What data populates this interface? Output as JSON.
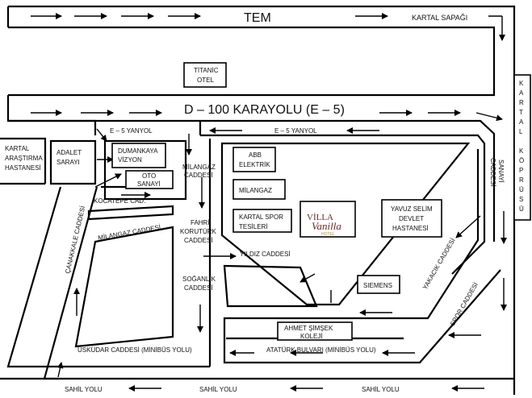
{
  "map": {
    "roads": {
      "tem": "TEM",
      "kartal_sapagi": "KARTAL SAPAĞI",
      "d100": "D – 100 KARAYOLU  (E – 5)",
      "e5_yanyol_left": "E – 5 YANYOL",
      "e5_yanyol_right": "E – 5 YANYOL",
      "milangaz_caddesi_1": "MİLANGAZ",
      "milangaz_caddesi_2": "CADDESİ",
      "fahri_1": "FAHRİ",
      "fahri_2": "KORUTÜRK",
      "fahri_3": "CADDESİ",
      "kocatepe": "KOCATEPE CAD.",
      "milangaz_caddesi_diag": "MİLANGAZ CADDESİ",
      "canakkale": "ÇANAKKALE CADDESİ",
      "yildiz": "YILDIZ CADDESİ",
      "soganlik_1": "SOĞANLIK",
      "soganlik_2": "CADDESİ",
      "uskudar": "ÜSKÜDAR CADDESİ (MİNİBÜS YOLU)",
      "ataturk": "ATATÜRK BULVARI (MİNİBÜS YOLU)",
      "sahil_left": "SAHİL YOLU",
      "sahil_mid": "SAHİL YOLU",
      "sahil_right": "SAHİL YOLU",
      "sanayi_1": "SANAYİ",
      "sanayi_2": "CADDESİ",
      "yakacik": "YAKACIK CADDESİ",
      "spor": "SPOR CADDESİ",
      "kartal_koprusu": [
        "K",
        "A",
        "R",
        "T",
        "A",
        "L",
        "",
        "K",
        "Ö",
        "P",
        "R",
        "Ü",
        "S",
        "Ü"
      ]
    },
    "places": {
      "titanic_1": "TİTANİC",
      "titanic_2": "OTEL",
      "kartal_arastirma_1": "KARTAL",
      "kartal_arastirma_2": "ARAŞTIRMA",
      "kartal_arastirma_3": "HASTANESİ",
      "adalet_1": "ADALET",
      "adalet_2": "SARAYI",
      "dumankaya_1": "DUMANKAYA",
      "dumankaya_2": "VİZYON",
      "oto_1": "OTO",
      "oto_2": "SANAYİ",
      "abb_1": "ABB",
      "abb_2": "ELEKTRİK",
      "milangaz": "MİLANGAZ",
      "kartal_spor_1": "KARTAL SPOR",
      "kartal_spor_2": "TESİLERİ",
      "villa_1": "VİLLA",
      "villa_2": "Vanilla",
      "villa_3": "HOTEL",
      "yavuz_1": "YAVUZ SELİM",
      "yavuz_2": "DEVLET",
      "yavuz_3": "HASTANESİ",
      "siemens": "SIEMENS",
      "ahmet_1": "AHMET ŞİMŞEK",
      "ahmet_2": "KOLEJİ"
    },
    "colors": {
      "line": "#000000",
      "text": "#111111",
      "villa_brand": "#6b2a2a",
      "villa_gold": "#b08a3a"
    }
  }
}
